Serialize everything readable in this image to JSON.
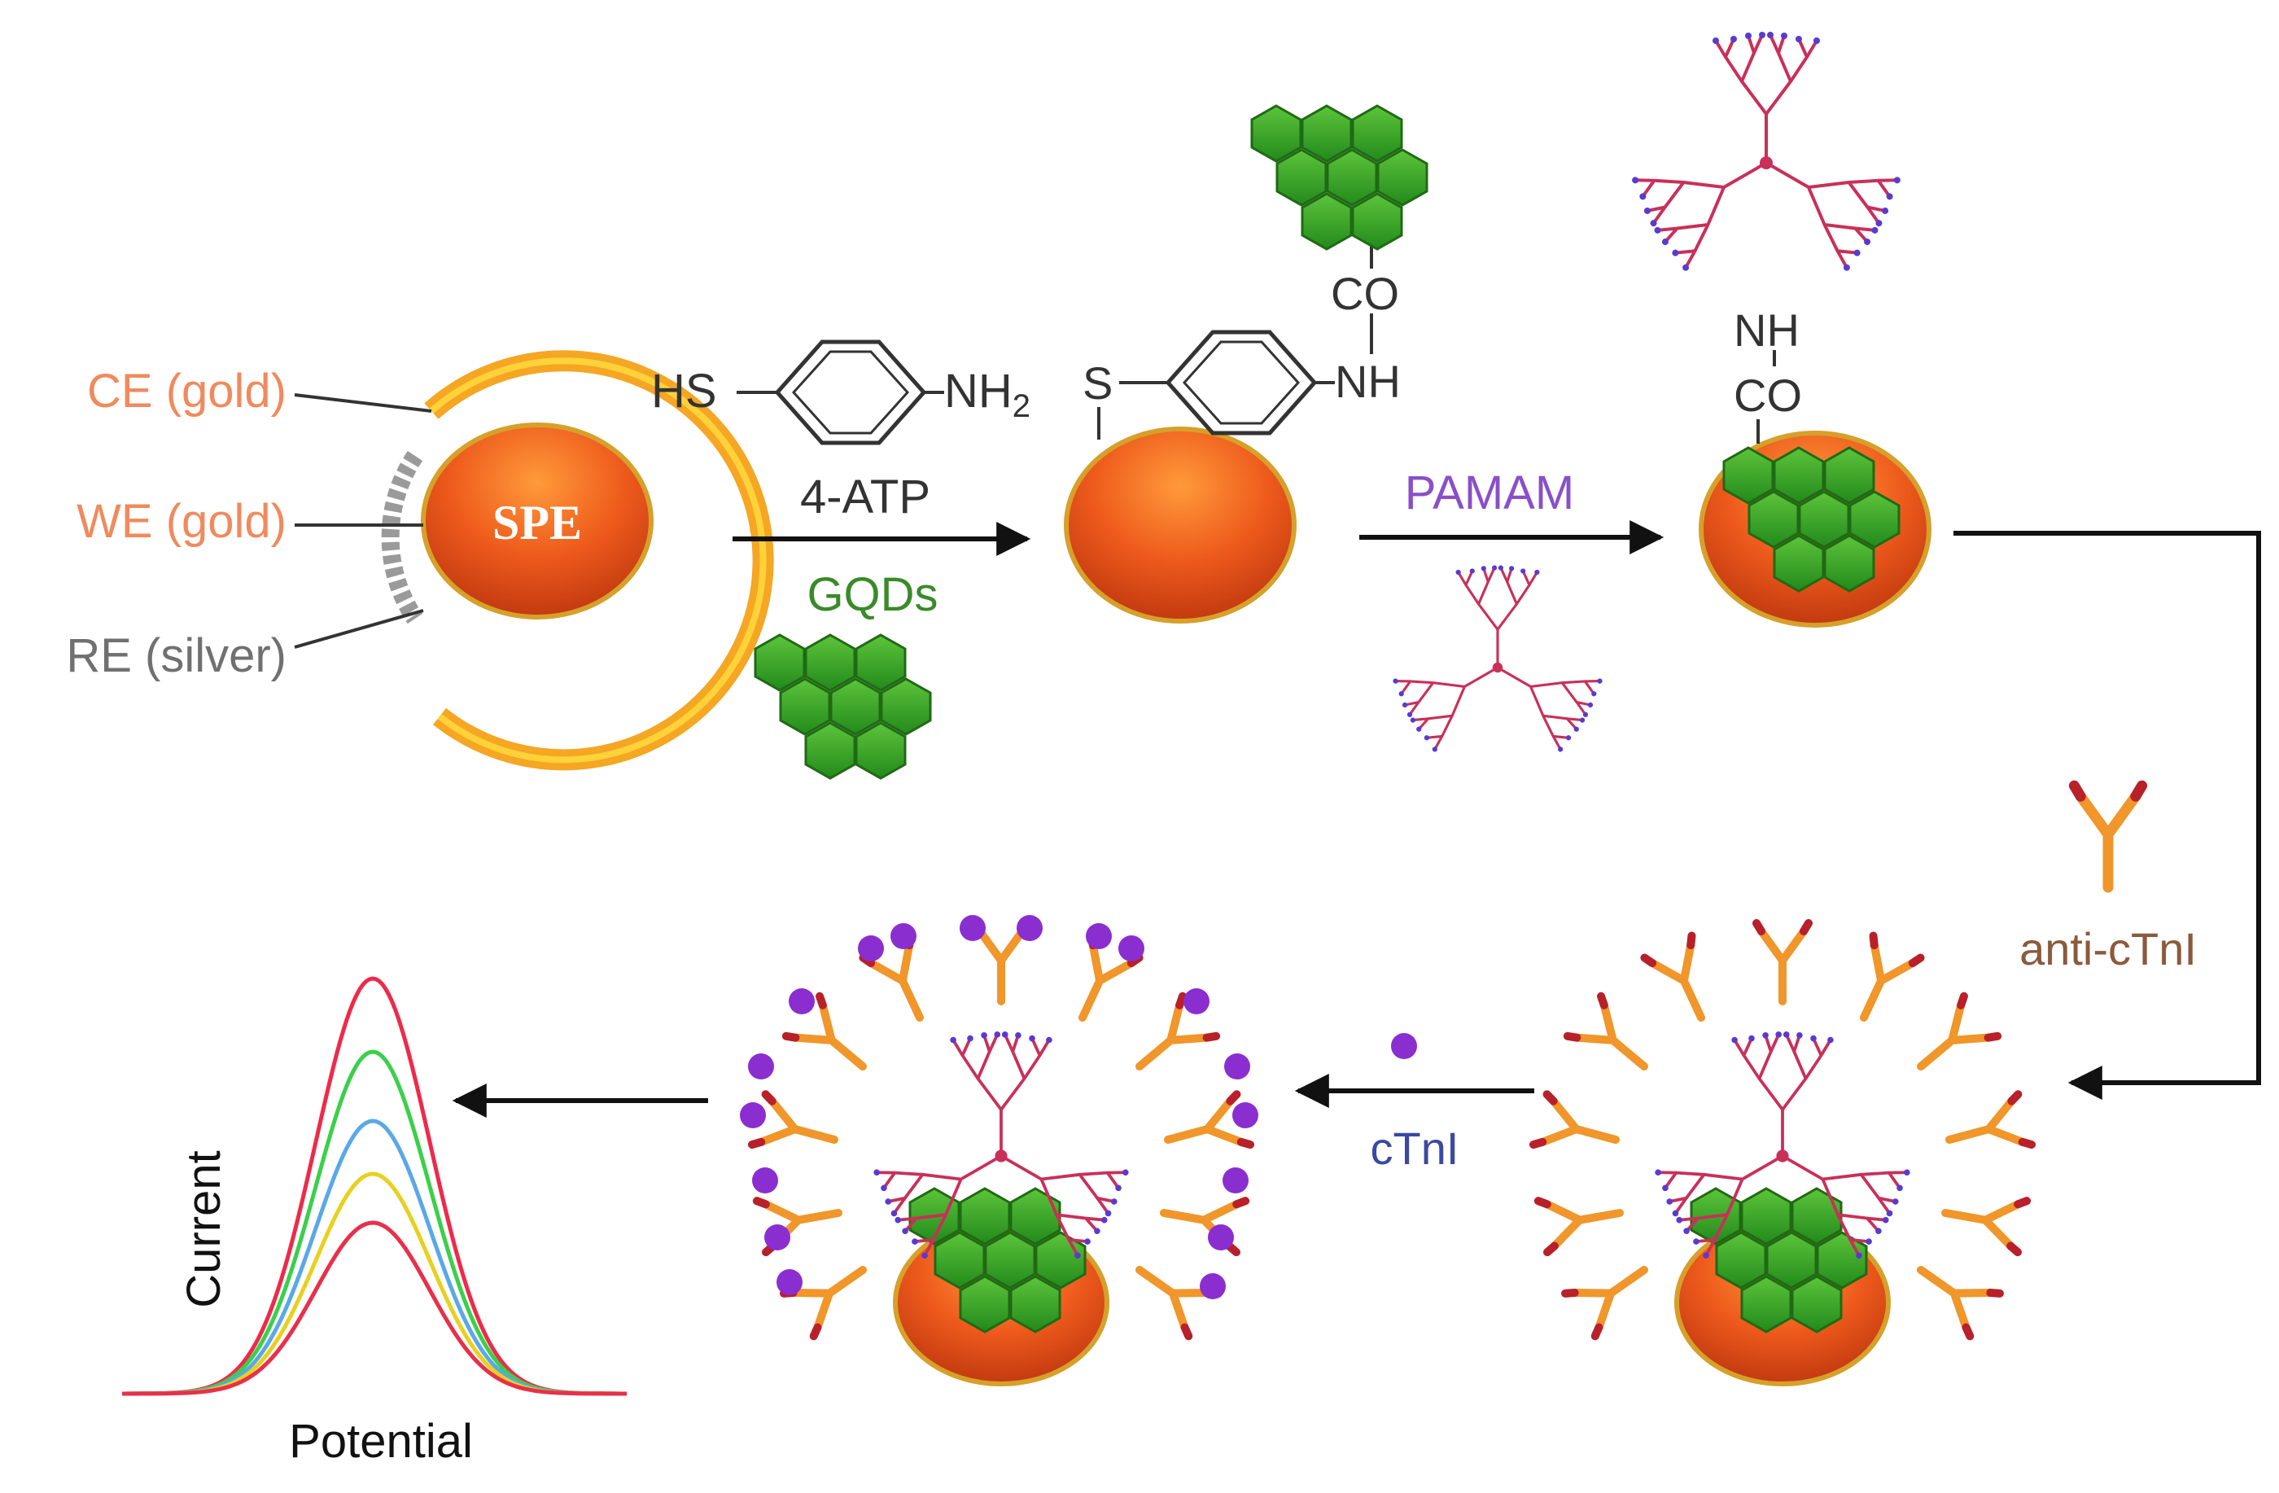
{
  "electrode": {
    "ce_label": "CE (gold)",
    "we_label": "WE (gold)",
    "re_label": "RE (silver)",
    "spe_label": "SPE"
  },
  "step1": {
    "hs": "HS",
    "nh2": "NH",
    "nh2_sub": "2",
    "reagent_label": "4-ATP",
    "gqds_label": "GQDs"
  },
  "step2": {
    "s": "S",
    "co": "CO",
    "nh": "NH",
    "pamam_label": "PAMAM"
  },
  "step3": {
    "nh": "NH",
    "co": "CO"
  },
  "antibody_label": "anti-cTnI",
  "antigen_label": "cTnI",
  "plot": {
    "ylabel": "Current",
    "xlabel": "Potential"
  },
  "colors": {
    "electrode_label": "#f08a5d",
    "re_label": "#707070",
    "gqd_label": "#3a8a2a",
    "pamam_label": "#8a4fc8",
    "antibody_label": "#8b5a3c",
    "antigen_label": "#3a4aa0",
    "ring": "#f5a623",
    "disc": "#e8501a",
    "gqd": "#3aa02a",
    "dendrimer": "#c8305a",
    "antigen": "#8a2ed0",
    "antibody": "#f0962a"
  }
}
